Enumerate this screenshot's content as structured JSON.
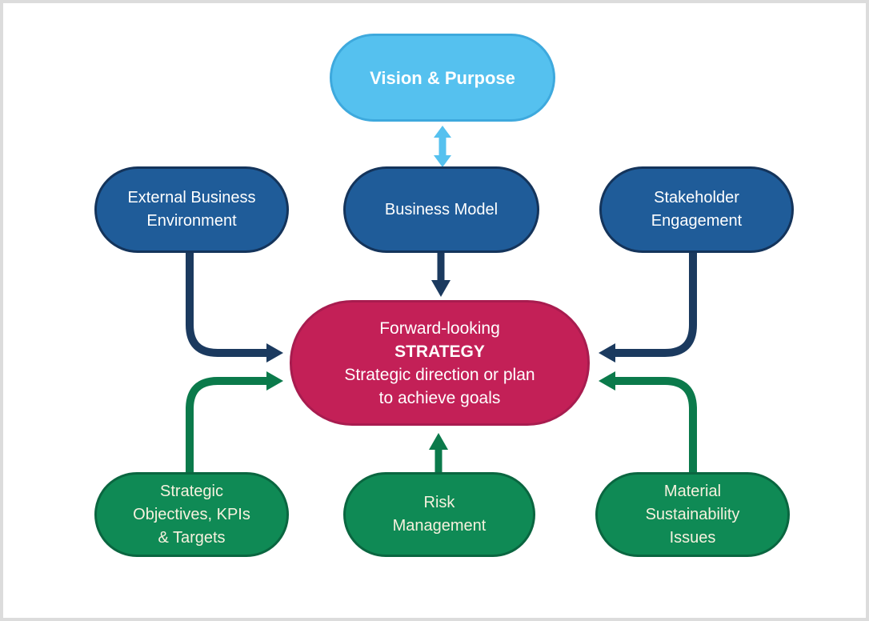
{
  "colors": {
    "sky_fill": "#55C1EF",
    "sky_border": "#3EA9DD",
    "sky_arrow": "#55C1EF",
    "blue_fill": "#1F5C99",
    "blue_border": "#14345B",
    "navy_arrow": "#1B3A5F",
    "magenta_fill": "#C32057",
    "magenta_border": "#A81C4F",
    "green_fill": "#0F8A55",
    "green_border": "#0A6640",
    "green_arrow": "#0B7A4B",
    "text_white": "#FFFFFF",
    "text_cream": "#F6F1DE"
  },
  "nodes": {
    "vision": {
      "label": "Vision & Purpose"
    },
    "external_business_environment": {
      "lines": [
        "External Business",
        "Environment"
      ]
    },
    "business_model": {
      "label": "Business Model"
    },
    "stakeholder_engagement": {
      "lines": [
        "Stakeholder",
        "Engagement"
      ]
    },
    "strategy": {
      "line1": "Forward-looking",
      "line2": "STRATEGY",
      "line3": "Strategic direction or plan",
      "line4": "to achieve goals"
    },
    "strategic_objectives": {
      "lines": [
        "Strategic",
        "Objectives, KPIs",
        "& Targets"
      ]
    },
    "risk_management": {
      "lines": [
        "Risk",
        "Management"
      ]
    },
    "material_sustainability_issues": {
      "lines": [
        "Material",
        "Sustainability",
        "Issues"
      ]
    }
  }
}
